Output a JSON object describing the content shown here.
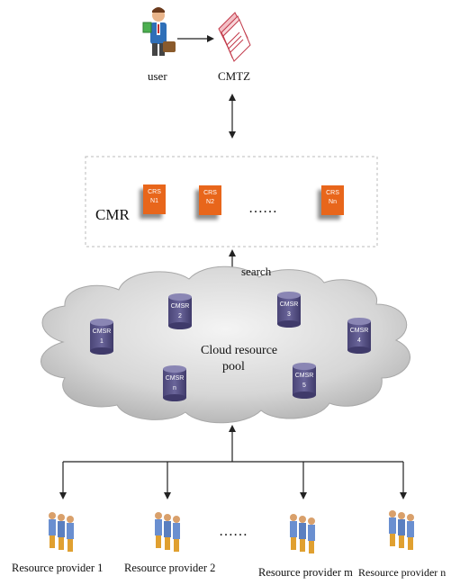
{
  "top": {
    "user_label": "user",
    "cmtz_label": "CMTZ"
  },
  "cmr": {
    "label": "CMR",
    "crs_nodes": [
      {
        "line1": "CRS",
        "line2": "N1"
      },
      {
        "line1": "CRS",
        "line2": "N2"
      },
      {
        "line1": "CRS",
        "line2": "Nn"
      }
    ],
    "ellipsis": "……"
  },
  "search_label": "search",
  "cloud": {
    "title_line1": "Cloud resource",
    "title_line2": "pool",
    "databases": [
      {
        "line1": "CMSR",
        "line2": "1"
      },
      {
        "line1": "CMSR",
        "line2": "2"
      },
      {
        "line1": "CMSR",
        "line2": "3"
      },
      {
        "line1": "CMSR",
        "line2": "4"
      },
      {
        "line1": "CMSR",
        "line2": "n"
      },
      {
        "line1": "CMSR",
        "line2": "5"
      }
    ]
  },
  "providers": {
    "labels": [
      "Resource provider 1",
      "Resource provider 2",
      "Resource provider m",
      "Resource provider n"
    ],
    "ellipsis": "……"
  },
  "colors": {
    "crs": "#e8661b",
    "db": "#5b5688",
    "cloud": "#d2d2d2",
    "line": "#222222"
  }
}
